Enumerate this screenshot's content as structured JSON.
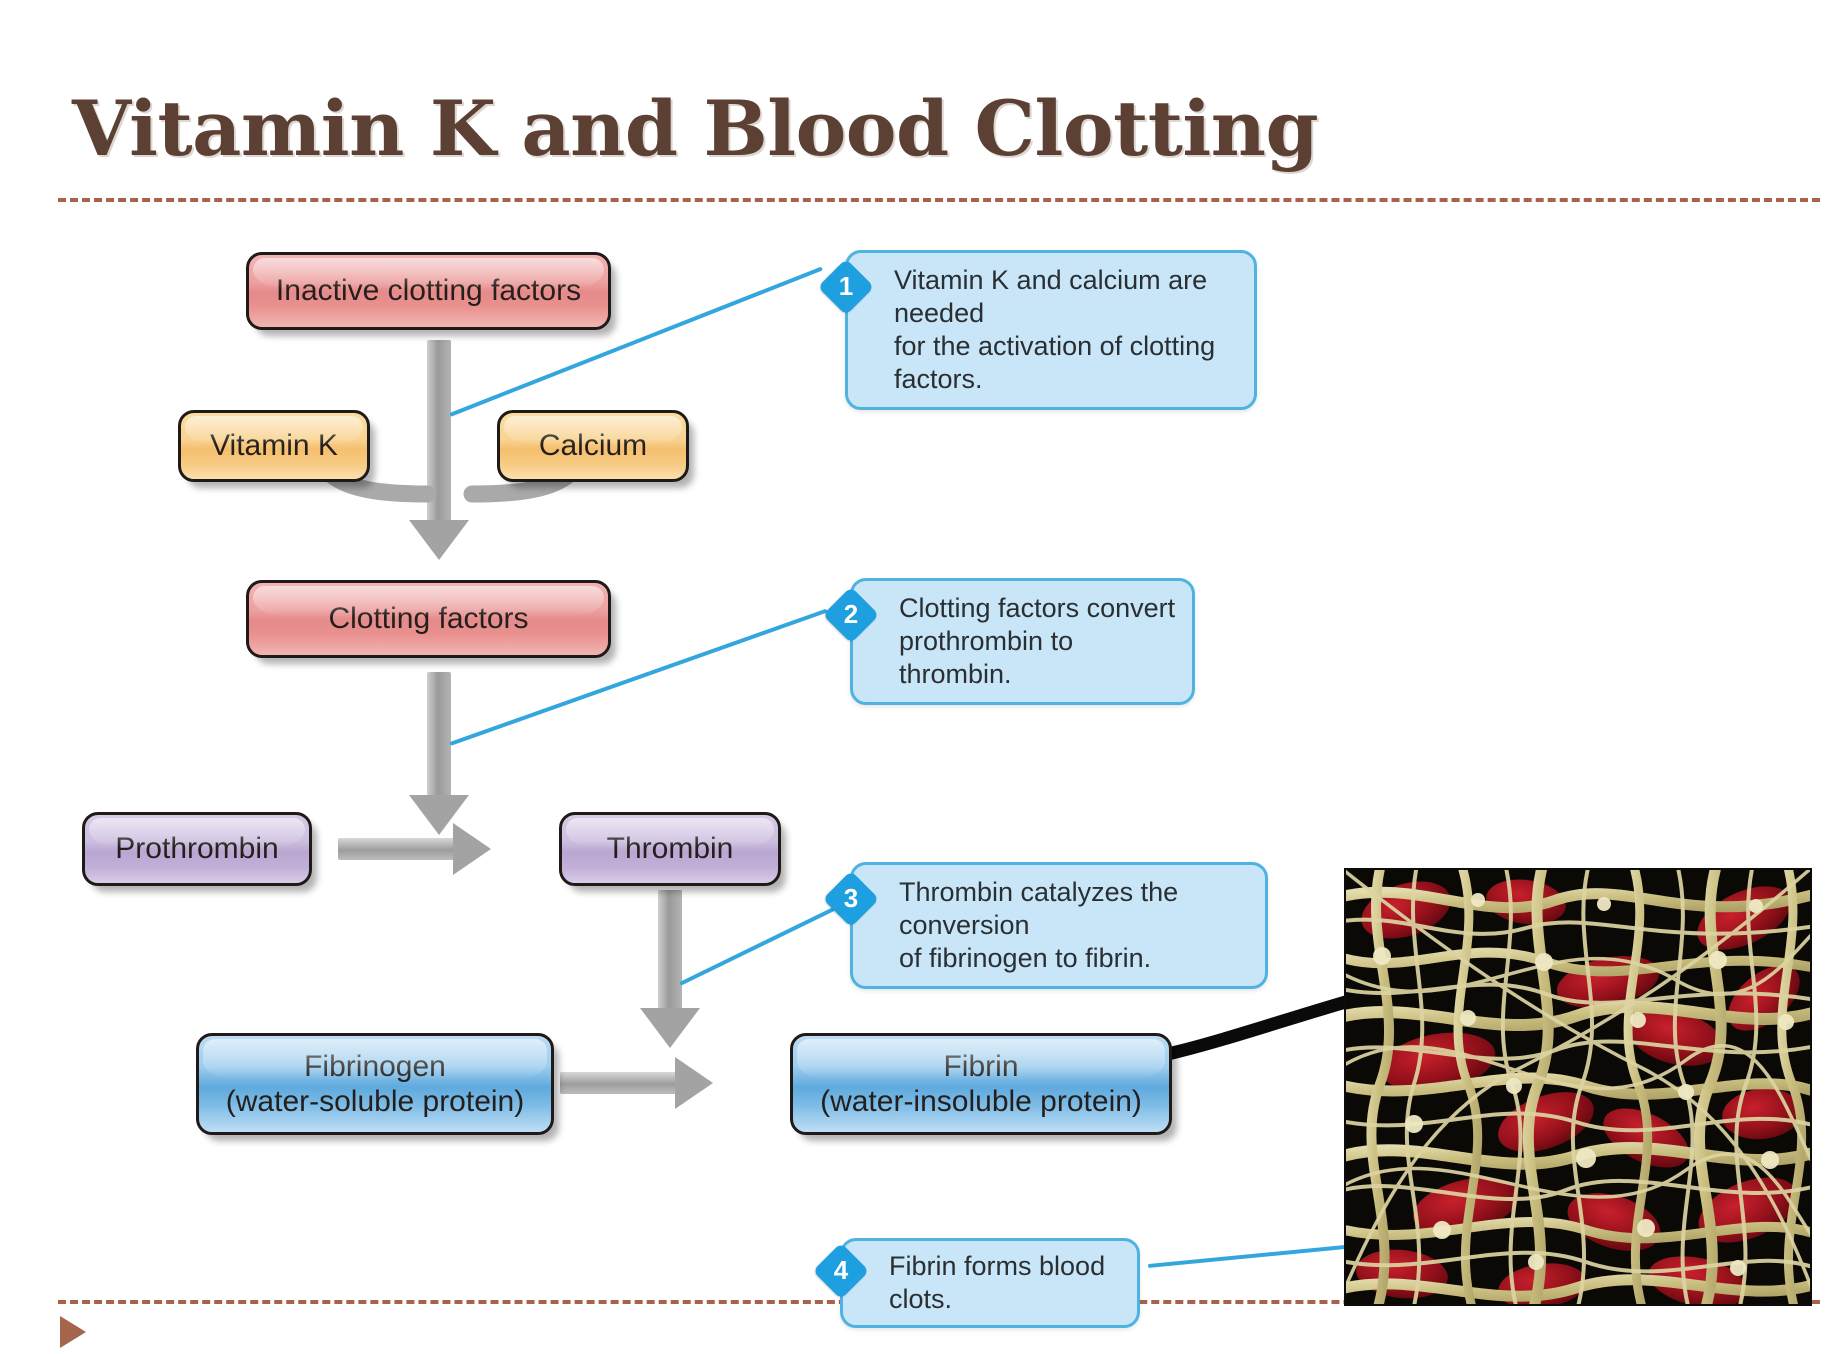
{
  "slide": {
    "title": "Vitamin K and Blood Clotting",
    "accent_brown": "#5c4033",
    "accent_rule": "#a8624a",
    "callout_blue": "#1d9fe0",
    "callout_fill": "#c8e6f7"
  },
  "diagram": {
    "boxes": [
      {
        "id": "inactive-clotting-factors",
        "label": "Inactive clotting factors",
        "color": "#e58a8a"
      },
      {
        "id": "vitamin-k",
        "label": "Vitamin K",
        "color": "#f5bf6e"
      },
      {
        "id": "calcium",
        "label": "Calcium",
        "color": "#f5bf6e"
      },
      {
        "id": "clotting-factors",
        "label": "Clotting factors",
        "color": "#e58a8a"
      },
      {
        "id": "prothrombin",
        "label": "Prothrombin",
        "color": "#b9a6d2"
      },
      {
        "id": "thrombin",
        "label": "Thrombin",
        "color": "#b9a6d2"
      },
      {
        "id": "fibrinogen",
        "label_line1": "Fibrinogen",
        "label_line2": "(water-soluble protein)",
        "color": "#5fa9dd"
      },
      {
        "id": "fibrin",
        "label_line1": "Fibrin",
        "label_line2": "(water-insoluble protein)",
        "color": "#5fa9dd"
      }
    ],
    "callouts": [
      {
        "number": "1",
        "line1": "Vitamin K and calcium are needed",
        "line2": "for the activation of clotting factors."
      },
      {
        "number": "2",
        "line1": "Clotting factors convert",
        "line2": "prothrombin to thrombin."
      },
      {
        "number": "3",
        "line1": "Thrombin catalyzes the conversion",
        "line2": "of fibrinogen to fibrin."
      },
      {
        "number": "4",
        "line1": "Fibrin forms blood clots.",
        "line2": ""
      }
    ],
    "micrograph": {
      "name": "fibrin-mesh-micrograph",
      "fiber_color": "#cfc48a",
      "cell_color": "#a3121b",
      "background_color": "#0b0906"
    }
  }
}
